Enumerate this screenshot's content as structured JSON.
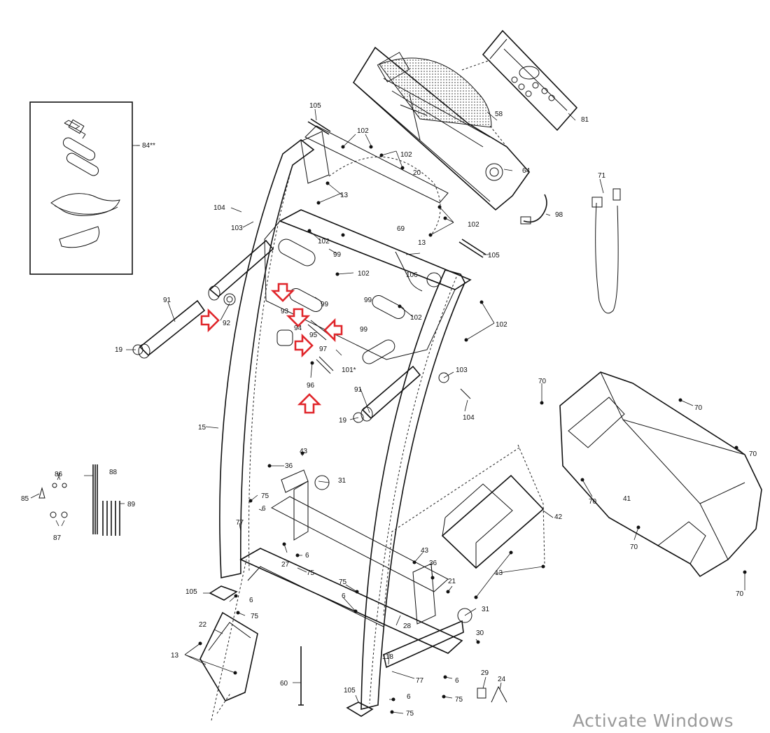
{
  "diagram": {
    "callouts": [
      {
        "id": "105a",
        "text": "105"
      },
      {
        "id": "102a",
        "text": "102"
      },
      {
        "id": "102b",
        "text": "102"
      },
      {
        "id": "20",
        "text": "20"
      },
      {
        "id": "13a",
        "text": "13"
      },
      {
        "id": "104a",
        "text": "104"
      },
      {
        "id": "103a",
        "text": "103"
      },
      {
        "id": "102c",
        "text": "102"
      },
      {
        "id": "102d",
        "text": "102"
      },
      {
        "id": "69",
        "text": "69"
      },
      {
        "id": "13b",
        "text": "13"
      },
      {
        "id": "106",
        "text": "106"
      },
      {
        "id": "105b",
        "text": "105"
      },
      {
        "id": "99a",
        "text": "99"
      },
      {
        "id": "102e",
        "text": "102"
      },
      {
        "id": "99b",
        "text": "99"
      },
      {
        "id": "99c",
        "text": "99"
      },
      {
        "id": "102f",
        "text": "102"
      },
      {
        "id": "102g",
        "text": "102"
      },
      {
        "id": "99d",
        "text": "99"
      },
      {
        "id": "93",
        "text": "93"
      },
      {
        "id": "94",
        "text": "94"
      },
      {
        "id": "95",
        "text": "95"
      },
      {
        "id": "97",
        "text": "97"
      },
      {
        "id": "101",
        "text": "101*"
      },
      {
        "id": "96",
        "text": "96"
      },
      {
        "id": "103b",
        "text": "103"
      },
      {
        "id": "104b",
        "text": "104"
      },
      {
        "id": "91a",
        "text": "91"
      },
      {
        "id": "92",
        "text": "92"
      },
      {
        "id": "19a",
        "text": "19"
      },
      {
        "id": "91b",
        "text": "91"
      },
      {
        "id": "19b",
        "text": "19"
      },
      {
        "id": "15",
        "text": "15"
      },
      {
        "id": "84",
        "text": "84**"
      },
      {
        "id": "58",
        "text": "58"
      },
      {
        "id": "81",
        "text": "81"
      },
      {
        "id": "64",
        "text": "64"
      },
      {
        "id": "71",
        "text": "71"
      },
      {
        "id": "98",
        "text": "98"
      },
      {
        "id": "70a",
        "text": "70"
      },
      {
        "id": "70b",
        "text": "70"
      },
      {
        "id": "70c",
        "text": "70"
      },
      {
        "id": "70d",
        "text": "70"
      },
      {
        "id": "70e",
        "text": "70"
      },
      {
        "id": "70f",
        "text": "70"
      },
      {
        "id": "41",
        "text": "41"
      },
      {
        "id": "43a",
        "text": "43"
      },
      {
        "id": "36a",
        "text": "36"
      },
      {
        "id": "31a",
        "text": "31"
      },
      {
        "id": "75a",
        "text": "75"
      },
      {
        "id": "6a",
        "text": "6"
      },
      {
        "id": "77a",
        "text": "77"
      },
      {
        "id": "27",
        "text": "27"
      },
      {
        "id": "6b",
        "text": "6"
      },
      {
        "id": "75b",
        "text": "75"
      },
      {
        "id": "42",
        "text": "42"
      },
      {
        "id": "13c",
        "text": "13"
      },
      {
        "id": "43b",
        "text": "43"
      },
      {
        "id": "36b",
        "text": "36"
      },
      {
        "id": "21",
        "text": "21"
      },
      {
        "id": "31b",
        "text": "31"
      },
      {
        "id": "75c",
        "text": "75"
      },
      {
        "id": "6c",
        "text": "6"
      },
      {
        "id": "28",
        "text": "28"
      },
      {
        "id": "30",
        "text": "30"
      },
      {
        "id": "118",
        "text": "118"
      },
      {
        "id": "77b",
        "text": "77"
      },
      {
        "id": "6d",
        "text": "6"
      },
      {
        "id": "75d",
        "text": "75"
      },
      {
        "id": "29",
        "text": "29"
      },
      {
        "id": "24",
        "text": "24"
      },
      {
        "id": "105c",
        "text": "105"
      },
      {
        "id": "6e",
        "text": "6"
      },
      {
        "id": "75e",
        "text": "75"
      },
      {
        "id": "105d",
        "text": "105"
      },
      {
        "id": "6f",
        "text": "6"
      },
      {
        "id": "75f",
        "text": "75"
      },
      {
        "id": "22",
        "text": "22"
      },
      {
        "id": "13d",
        "text": "13"
      },
      {
        "id": "60",
        "text": "60"
      },
      {
        "id": "85",
        "text": "85"
      },
      {
        "id": "86",
        "text": "86"
      },
      {
        "id": "87",
        "text": "87"
      },
      {
        "id": "88",
        "text": "88"
      },
      {
        "id": "89",
        "text": "89"
      }
    ],
    "highlight_color": "#e0262b",
    "highlight_arrows": [
      "arrow-to-92",
      "arrow-to-93",
      "arrow-to-94",
      "arrow-to-95",
      "arrow-to-97",
      "arrow-to-96"
    ]
  },
  "watermark": {
    "text": "Activate Windows"
  }
}
